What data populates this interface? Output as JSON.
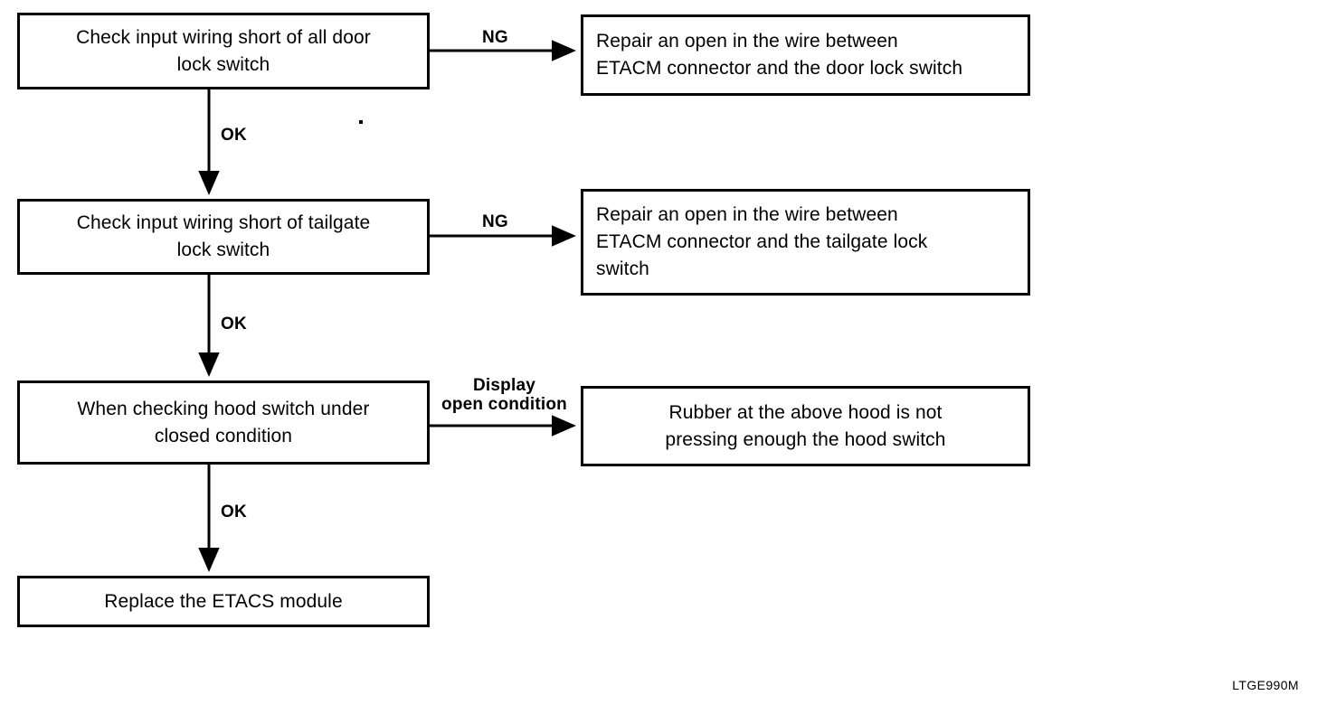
{
  "diagram": {
    "title_code": "LTGE990M",
    "type": "troubleshooting-flowchart",
    "nodes": [
      {
        "id": "check-door-lock",
        "text": "Check input wiring short of all door\nlock switch",
        "align": "center"
      },
      {
        "id": "repair-door-lock",
        "text": "Repair an open in the wire between\nETACM connector and the door lock switch",
        "align": "left"
      },
      {
        "id": "check-tailgate-lock",
        "text": "Check input wiring short of tailgate\nlock switch",
        "align": "center"
      },
      {
        "id": "repair-tailgate-lock",
        "text": "Repair an open in the wire between\nETACM connector and the tailgate lock\nswitch",
        "align": "left"
      },
      {
        "id": "check-hood-switch",
        "text": "When checking hood switch under\nclosed condition",
        "align": "center"
      },
      {
        "id": "rubber-hood",
        "text": "Rubber at the above hood is not\npressing enough the hood switch",
        "align": "center"
      },
      {
        "id": "replace-etacs",
        "text": "Replace the ETACS module",
        "align": "center"
      }
    ],
    "edge_labels": [
      {
        "id": "ng-1",
        "text": "NG"
      },
      {
        "id": "ok-1",
        "text": "OK"
      },
      {
        "id": "ng-2",
        "text": "NG"
      },
      {
        "id": "ok-2",
        "text": "OK"
      },
      {
        "id": "display-open-condition",
        "text": "Display\nopen condition"
      },
      {
        "id": "ok-3",
        "text": "OK"
      }
    ],
    "colors": {
      "line": "#000000",
      "background": "#ffffff",
      "text": "#000000"
    }
  }
}
